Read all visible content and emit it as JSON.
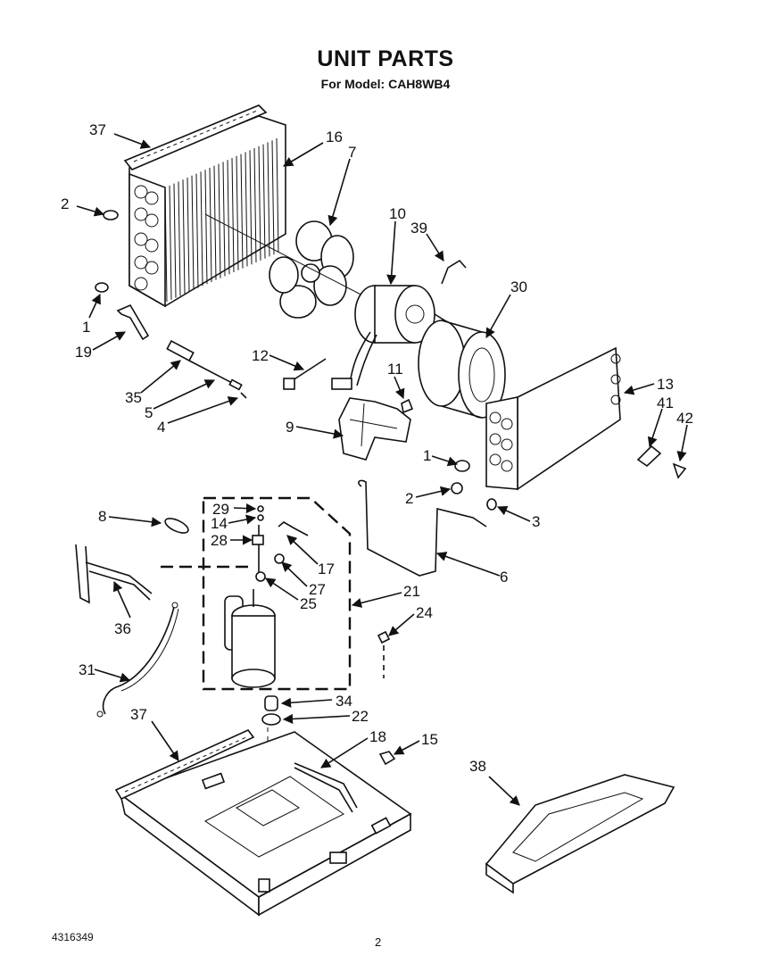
{
  "title": "UNIT PARTS",
  "subtitle": "For Model: CAH8WB4",
  "doc_number": "4316349",
  "page_number": "2",
  "callouts": [
    "37",
    "16",
    "7",
    "2",
    "10",
    "39",
    "30",
    "1",
    "19",
    "12",
    "11",
    "13",
    "35",
    "5",
    "4",
    "9",
    "41",
    "42",
    "1",
    "2",
    "3",
    "29",
    "14",
    "8",
    "28",
    "17",
    "27",
    "25",
    "21",
    "24",
    "36",
    "31",
    "34",
    "22",
    "37",
    "18",
    "15",
    "38",
    "6"
  ]
}
